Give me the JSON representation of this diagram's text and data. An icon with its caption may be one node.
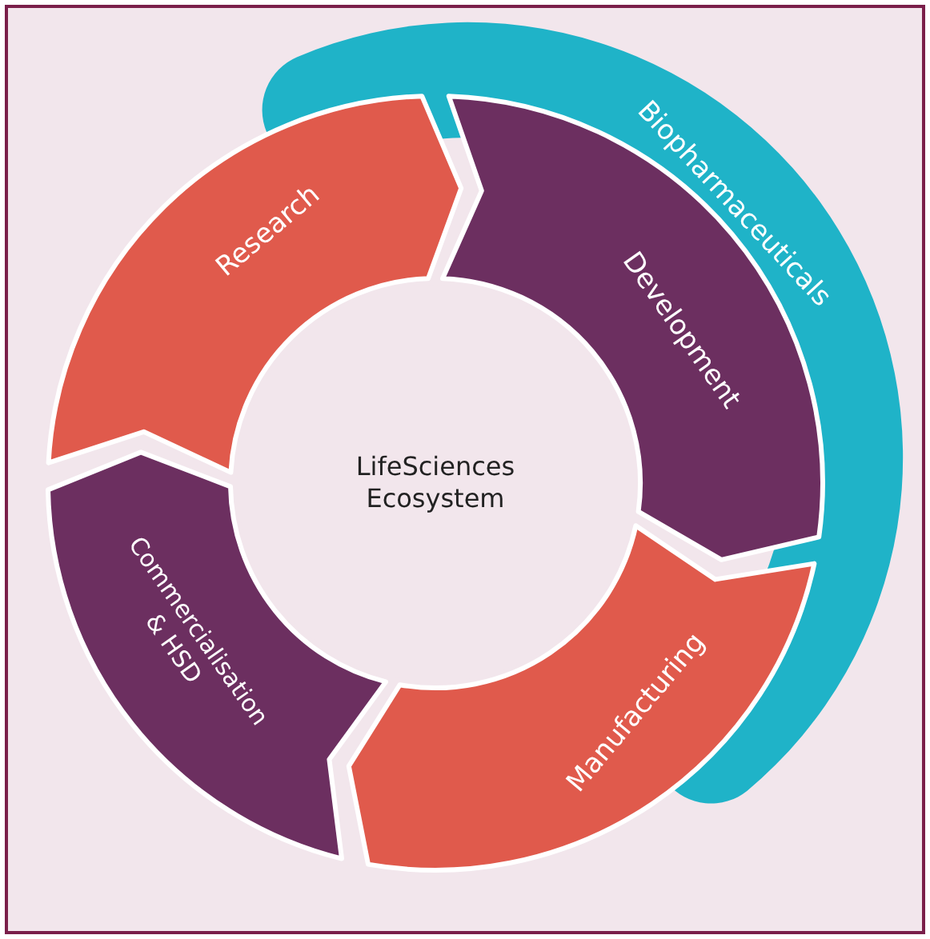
{
  "diagram": {
    "nodes": [
      {
        "text": [
          "LifeSciences Ecosystem"
        ]
      },
      {
        "text": [
          "Research"
        ]
      },
      {
        "text": [
          "Development"
        ]
      },
      {
        "text": [
          "Manufacturing"
        ]
      },
      {
        "text": [
          "Commercialisation & HSD"
        ]
      },
      {
        "text": [
          "Biopharmaceuticals"
        ]
      }
    ]
  }
}
